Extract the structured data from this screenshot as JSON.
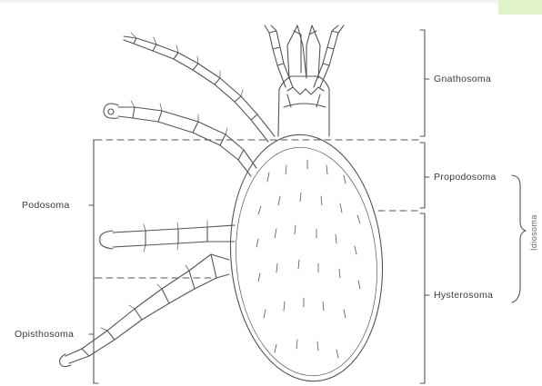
{
  "labels": {
    "gnathosoma": "Gnathosoma",
    "propodosoma": "Propodosoma",
    "hysterosoma": "Hysterosoma",
    "idiosoma": "Idiosoma",
    "podosoma": "Podosoma",
    "opisthosoma": "Opisthosoma"
  },
  "colors": {
    "line": "#555555",
    "text": "#3a3a3a",
    "corner_accent": "#dff3c7"
  }
}
